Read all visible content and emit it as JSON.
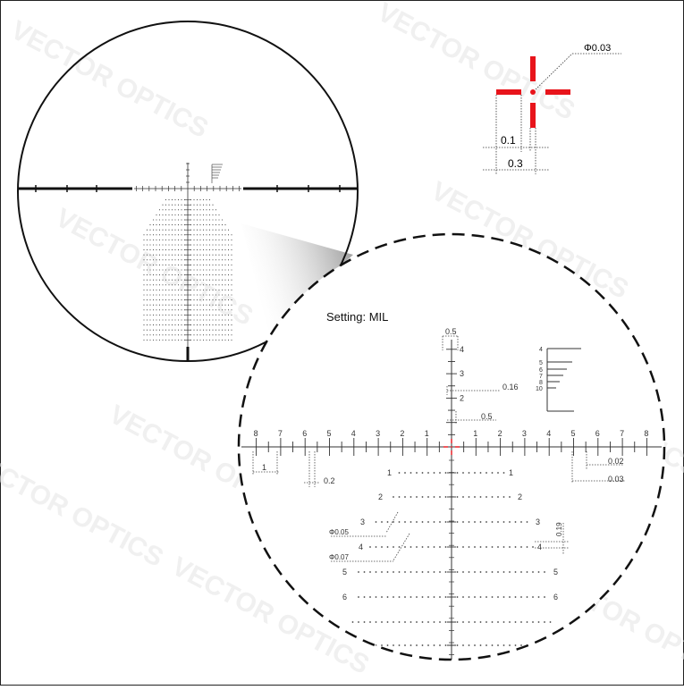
{
  "diagram": {
    "setting_label": "Setting: MIL",
    "accent_color": "#e8141b",
    "watermark_text": "VECTOR OPTICS",
    "center_dot": {
      "label": "Φ0.03",
      "bar_gap": "0.1",
      "bar_span": "0.3"
    },
    "zoom": {
      "top_callout": "0.5",
      "upper_ticks": [
        "4",
        "3",
        "2"
      ],
      "tick_callouts": [
        "0.16",
        "0.5"
      ],
      "horizontal_labels": [
        "8",
        "7",
        "6",
        "5",
        "4",
        "3",
        "2",
        "1",
        "1",
        "2",
        "3",
        "4",
        "5",
        "6",
        "7",
        "8"
      ],
      "ranging_scale": [
        "4",
        "5",
        "6",
        "7",
        "8",
        "10"
      ],
      "left_callouts": [
        "1",
        "0.2"
      ],
      "right_callouts": [
        "0.02",
        "0.03"
      ],
      "holdover_labels": [
        "1",
        "2",
        "3",
        "4",
        "5",
        "6"
      ],
      "dot_callouts": [
        "Φ0.05",
        "Φ0.07"
      ],
      "vertical_callout": "0.19"
    }
  }
}
